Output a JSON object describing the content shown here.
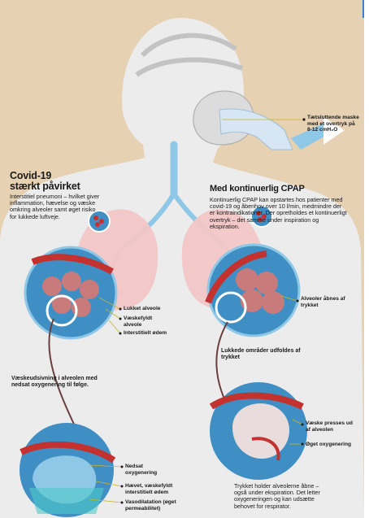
{
  "left_section": {
    "title_line1": "Covid-19",
    "title_line2": "stærkt påvirket",
    "body": "Interstitiel pneumoni – hvilket giver inflammation, hævelse og væske omkring alveoler samt øget risiko for lukkede luftveje."
  },
  "right_section": {
    "title": "Med kontinuerlig CPAP",
    "body": "Kontinuerlig CPAP kan opstartes hos patienter med covid-19 og åbenhov over 10 l/min, medmindre der er kontraindikationer. Der opretholdes et kontinuerligt overtryk – det samme under inspiration og ekspiration."
  },
  "mask_label": {
    "line1": "Tætsluttende maske",
    "line2": "med et overtryk på",
    "line3": "8-12 cmH₂O"
  },
  "left_alveoli_labels": [
    {
      "text": "Lukket alveole"
    },
    {
      "text": "Væskefyldt alveole"
    },
    {
      "text": "Interstitielt ødem"
    }
  ],
  "right_alveoli_label": "Alveoler åbnes af trykket",
  "closed_areas_label": "Lukkede områder udfoldes af trykket",
  "fluid_shift_text": "Væskeudsivning i alveolen med nedsat oxygenering til følge.",
  "bottom_left_labels": [
    {
      "text": "Nedsat oxygenering"
    },
    {
      "text": "Hævet, væskefyldt interstitielt ødem"
    },
    {
      "text": "Vasodilatation (øget permeabilitet)"
    }
  ],
  "bottom_right_labels": [
    {
      "text": "Væske presses ud af alveolen"
    },
    {
      "text": "Øget oxygenering"
    }
  ],
  "pressure_text": "Trykket holder alveolerne åbne – også under ekspiration. Det letter oxygeneringen og kan udsætte behovet for respirator.",
  "colors": {
    "background": "#e6d1b3",
    "silhouette": "#ececec",
    "lung": "#f3c7c7",
    "airway": "#8fc7e6",
    "circle_blue": "#3f8fc4",
    "vessel_red": "#c4322f",
    "label_line": "#c8b62a"
  }
}
